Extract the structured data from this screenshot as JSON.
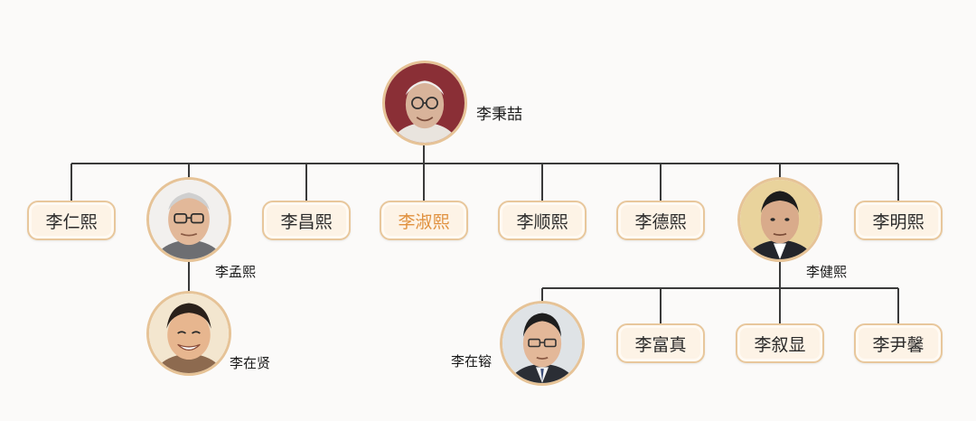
{
  "root": {
    "name": "李秉喆"
  },
  "children": [
    {
      "name": "李仁熙"
    },
    {
      "name": "李孟熙"
    },
    {
      "name": "李昌熙"
    },
    {
      "name": "李淑熙"
    },
    {
      "name": "李顺熙"
    },
    {
      "name": "李德熙"
    },
    {
      "name": "李健熙"
    },
    {
      "name": "李明熙"
    }
  ],
  "grandchildren_meng": [
    {
      "name": "李在贤"
    }
  ],
  "grandchildren_jian": [
    {
      "name": "李在镕"
    },
    {
      "name": "李富真"
    },
    {
      "name": "李叙显"
    },
    {
      "name": "李尹馨"
    }
  ],
  "colors": {
    "line": "#3a3a3a",
    "pill_border": "#e8c79c",
    "pill_fill": "#fdf3e6",
    "highlight_text": "#e0913f"
  },
  "icons": {
    "root_photo": "elderly-man-portrait-icon",
    "meng_photo": "man-with-glasses-portrait-icon",
    "jian_photo": "man-portrait-icon",
    "zaixian_photo": "smiling-man-portrait-icon",
    "zairong_photo": "man-with-glasses-suit-portrait-icon"
  }
}
